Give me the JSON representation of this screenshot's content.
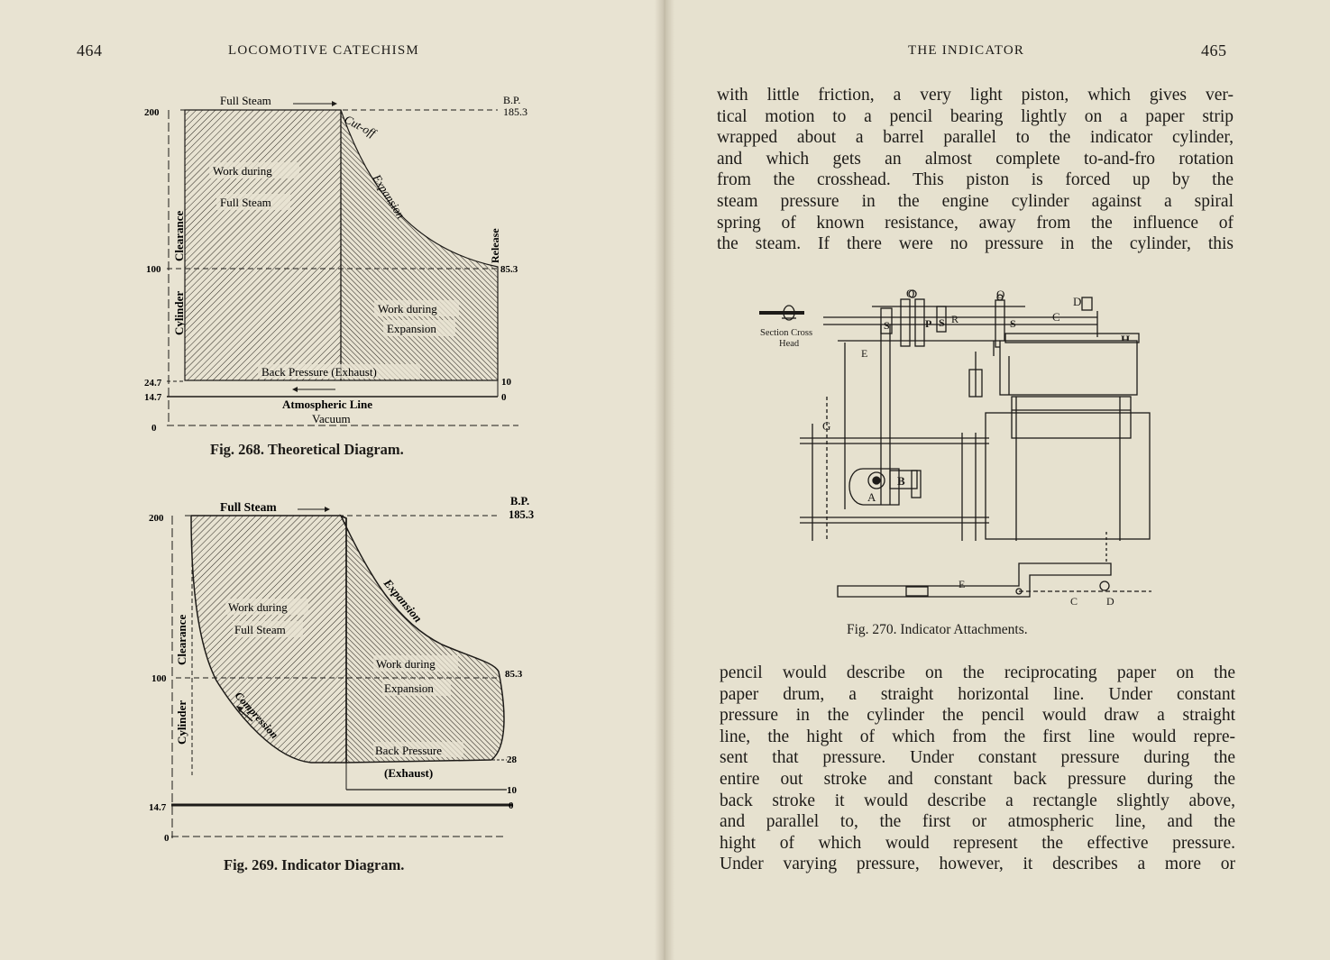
{
  "left_page": {
    "page_number": "464",
    "running_head": "LOCOMOTIVE CATECHISM",
    "fig268": {
      "caption": "Fig. 268.  Theoretical Diagram.",
      "labels": {
        "full_steam": "Full Steam",
        "bp": "B.P.",
        "bp_value": "185.3",
        "cut_off": "Cut-off",
        "expansion": "Expansion",
        "release": "Release",
        "clearance": "Clearance",
        "cylinder": "Cylinder",
        "work_full_1": "Work during",
        "work_full_2": "Full Steam",
        "work_exp_1": "Work during",
        "work_exp_2": "Expansion",
        "back_pressure": "Back Pressure (Exhaust)",
        "atmospheric": "Atmospheric Line",
        "vacuum": "Vacuum",
        "y200": "200",
        "y100": "100",
        "y247": "24.7",
        "y147": "14.7",
        "y0": "0",
        "r853": "85.3",
        "r10": "10",
        "r0": "0"
      }
    },
    "fig269": {
      "caption": "Fig. 269.  Indicator Diagram.",
      "labels": {
        "full_steam": "Full Steam",
        "bp": "B.P.",
        "bp_value": "185.3",
        "expansion": "Expansion",
        "compression": "Compression",
        "clearance": "Clearance",
        "cylinder": "Cylinder",
        "work_full_1": "Work during",
        "work_full_2": "Full Steam",
        "work_exp_1": "Work during",
        "work_exp_2": "Expansion",
        "back_pressure": "Back Pressure",
        "exhaust": "(Exhaust)",
        "y200": "200",
        "y100": "100",
        "y147": "14.7",
        "y0": "0",
        "r853": "85.3",
        "r28": "28",
        "r10": "10",
        "r0": "0"
      }
    }
  },
  "right_page": {
    "page_number": "465",
    "running_head": "THE INDICATOR",
    "paragraph1": [
      "with little friction, a very light piston, which gives ver-",
      "tical motion to a pencil bearing lightly on a paper strip",
      "wrapped about a barrel parallel to the indicator cylinder,",
      "and which gets an almost complete to-and-fro rotation",
      "from the crosshead.  This piston is forced up by the",
      "steam pressure in the engine cylinder against a spiral",
      "spring of known resistance, away from the influence of",
      "the steam.  If there were no pressure in the cylinder, this"
    ],
    "fig270": {
      "caption": "Fig. 270.  Indicator Attachments.",
      "labels": {
        "section_1": "Section Cross",
        "section_2": "Head",
        "O": "O",
        "S": "S",
        "P": "P",
        "R": "R",
        "C": "C",
        "D": "D",
        "E": "E",
        "H": "H",
        "G": "G",
        "A": "A",
        "B": "B"
      }
    },
    "paragraph2": [
      "pencil would describe on the reciprocating paper on the",
      "paper drum, a straight horizontal line.  Under constant",
      "pressure in the cylinder the pencil would draw a straight",
      "line, the hight of which from the first line would repre-",
      "sent that pressure.  Under constant pressure during the",
      "entire out stroke and constant back pressure during the",
      "back stroke it would describe a rectangle slightly above,",
      "and parallel to, the first or atmospheric line, and the",
      "hight of which would represent the effective pressure.",
      "Under varying pressure, however, it describes a more or"
    ]
  }
}
